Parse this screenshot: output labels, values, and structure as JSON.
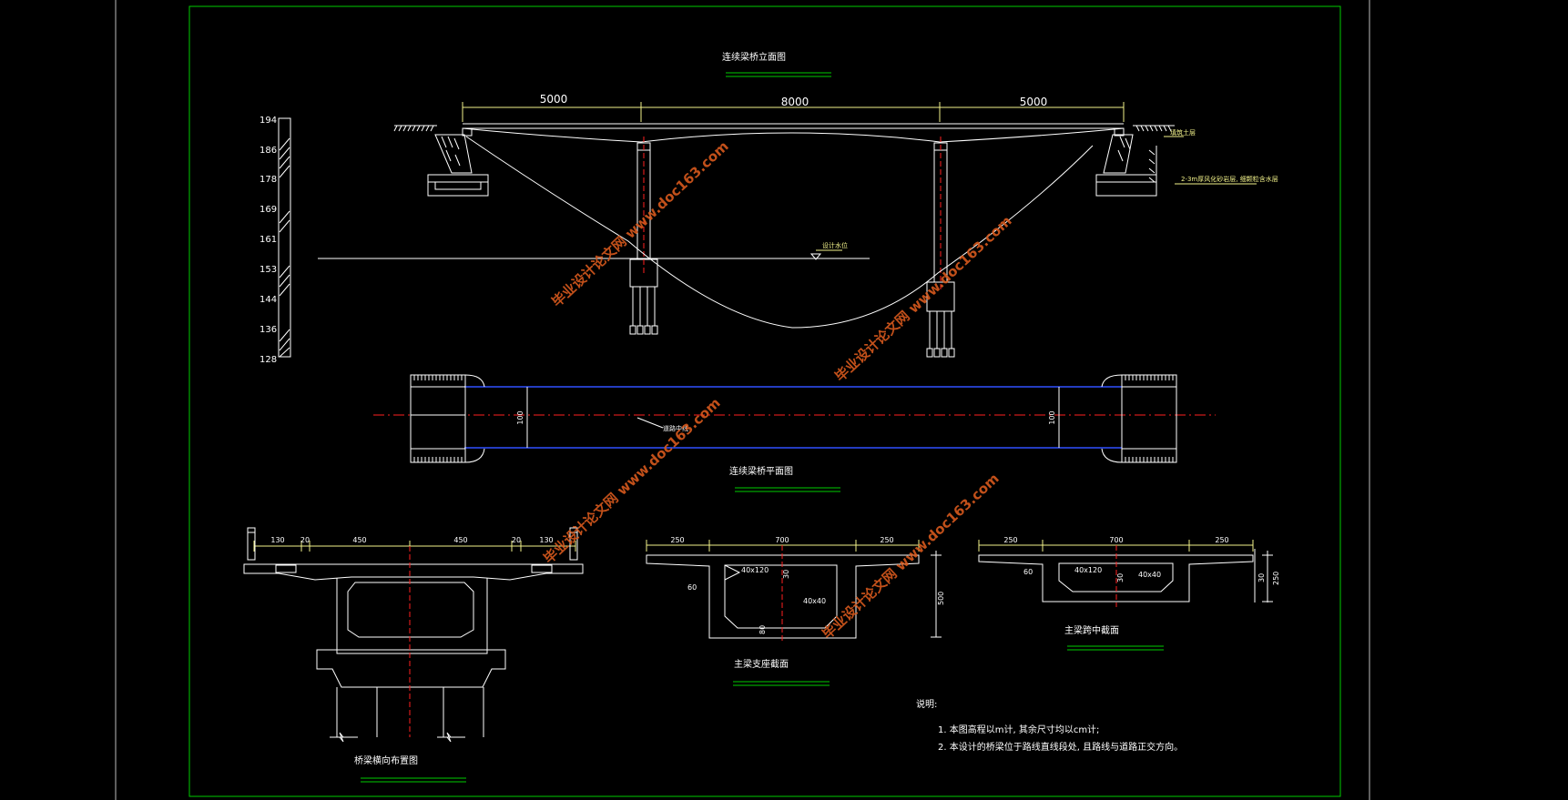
{
  "titles": {
    "elevation": "连续梁桥立面图",
    "plan": "连续梁桥平面图",
    "pier_section": "桥梁横向布置图",
    "support_section": "主梁支座截面",
    "midspan_section": "主梁跨中截面"
  },
  "spans": [
    "5000",
    "8000",
    "5000"
  ],
  "elevation_scale": [
    "194",
    "186",
    "178",
    "169",
    "161",
    "153",
    "144",
    "136",
    "128"
  ],
  "elevation_notes": {
    "water_level": "设计水位",
    "soil_top": "填筑土层",
    "soil_layer": "2-3m厚风化砂岩层, 细颗粒含水层"
  },
  "plan": {
    "width_left": "100",
    "width_right": "100",
    "centerline_label": "道路中线"
  },
  "pier_dims": [
    "130",
    "20",
    "450",
    "450",
    "20",
    "130"
  ],
  "support_dims": {
    "top": [
      "250",
      "700",
      "250"
    ],
    "chamfer_top": "40x120",
    "chamfer_bottom": "40x40",
    "web": "60",
    "top_slab": "30",
    "bottom_slab": "80",
    "height": "500"
  },
  "midspan_dims": {
    "top": [
      "250",
      "700",
      "250"
    ],
    "chamfer_top": "40x120",
    "chamfer_bottom": "40x40",
    "web": "60",
    "slab": "30",
    "slab2": "30",
    "height": "250"
  },
  "notes": {
    "heading": "说明:",
    "lines": [
      "1. 本图高程以m计, 其余尺寸均以cm计;",
      "2. 本设计的桥梁位于路线直线段处, 且路线与道路正交方向。"
    ]
  },
  "watermark": "毕业设计论文网 www.doc163.com",
  "colors": {
    "background": "#000000",
    "frame": "#00cc00",
    "line": "#ffffff",
    "dim": "#f2f28a",
    "centerline": "#ff2020",
    "blue": "#3050ff",
    "watermark": "#d85a1e"
  }
}
